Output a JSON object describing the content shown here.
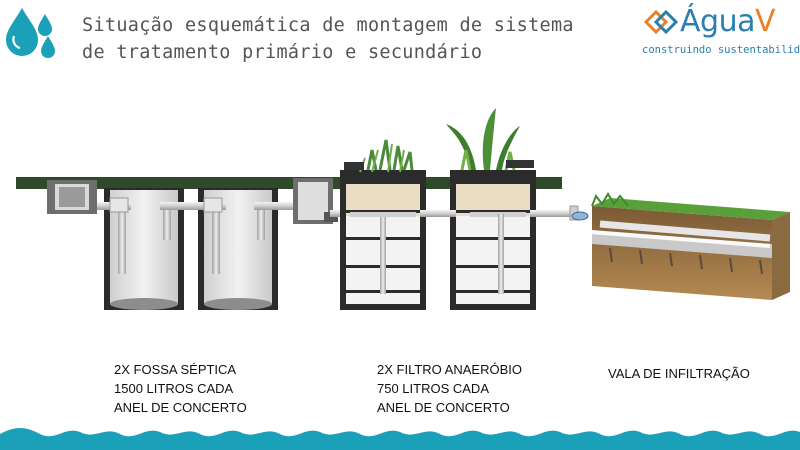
{
  "header": {
    "title_line1": "Situação esquemática de montagem de sistema",
    "title_line2": "de tratamento primário e secundário"
  },
  "logo": {
    "name": "Água",
    "name_accent": "V",
    "tagline": "construindo sustentabilidade"
  },
  "captions": {
    "fossa": [
      "2X FOSSA SÉPTICA",
      "1500 LITROS CADA",
      "ANEL DE CONCERTO"
    ],
    "filtro": [
      "2X FILTRO ANAERÓBIO",
      "750 LITROS CADA",
      "ANEL DE CONCERTO"
    ],
    "vala": [
      "VALA DE INFILTRAÇÃO"
    ]
  },
  "colors": {
    "water": "#1aa0b8",
    "ground": "#2f4a2a",
    "brand_blue": "#2a7fb0",
    "brand_orange": "#e9802b"
  }
}
